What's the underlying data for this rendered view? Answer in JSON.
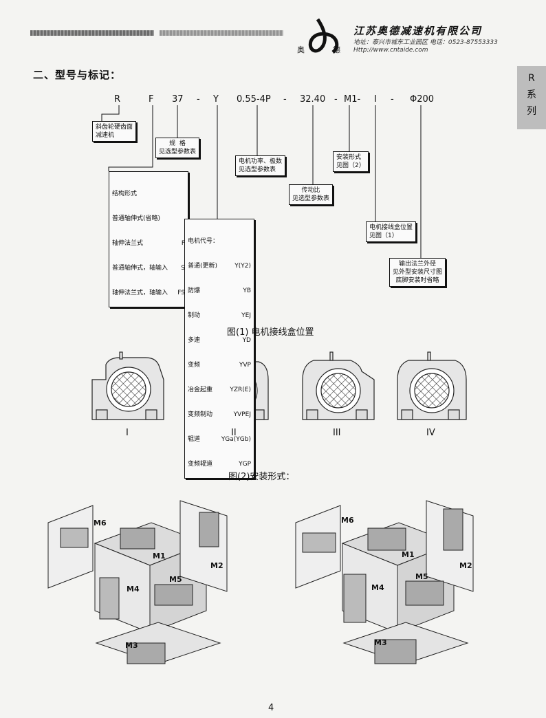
{
  "header": {
    "company": "江苏奥德减速机有限公司",
    "address": "地址：泰兴市城东工业园区  电话：0523-87553333",
    "url": "Http://www.cntaide.com",
    "logo_text_left": "奥",
    "logo_text_right": "德"
  },
  "side_tab": {
    "letter": "R",
    "line1": "系",
    "line2": "列"
  },
  "section_title": "二、型号与标记：",
  "model_code": {
    "parts": [
      "R",
      "F",
      "37",
      "-",
      "Y",
      "0.55-4P",
      "-",
      "32.40",
      "-",
      "M1-",
      "I",
      "-",
      "Φ200"
    ]
  },
  "boxes": {
    "type": [
      "斜齿轮硬齿面",
      "减速机"
    ],
    "size": [
      "规  格",
      "见选型参数表"
    ],
    "structure": {
      "title": "结构形式",
      "rows": [
        [
          "普通轴伸式(省略)",
          ""
        ],
        [
          "轴伸法兰式",
          "F"
        ],
        [
          "普通轴伸式，轴输入",
          "S"
        ],
        [
          "轴伸法兰式，轴输入",
          "FS"
        ]
      ]
    },
    "motor_power": [
      "电机功率、极数",
      "见选型参数表"
    ],
    "ratio": [
      "传动比",
      "见选型参数表"
    ],
    "mounting": [
      "安装形式",
      "见图（2）"
    ],
    "motor_code": {
      "title": "电机代号：",
      "rows": [
        [
          "普通(更新)",
          "Y(Y2)"
        ],
        [
          "防爆",
          "YB"
        ],
        [
          "制动",
          "YEJ"
        ],
        [
          "多速",
          "YD"
        ],
        [
          "变频",
          "YVP"
        ],
        [
          "冶金起重",
          "YZR(E)"
        ],
        [
          "变频制动",
          "YVPEJ"
        ],
        [
          "辊道",
          "YGa(YGb)"
        ],
        [
          "变频辊道",
          "YGP"
        ]
      ]
    },
    "terminal_box": [
      "电机接线盒位置",
      "见图（1）"
    ],
    "flange": [
      "输出法兰外径",
      "见外型安装尺寸图",
      "底脚安装时省略"
    ]
  },
  "figure1": {
    "title": "图(1) 电机接线盒位置",
    "positions": [
      "I",
      "II",
      "III",
      "IV"
    ]
  },
  "figure2": {
    "title": "图(2)安装形式：",
    "labels": [
      "M6",
      "M1",
      "M2",
      "M4",
      "M5",
      "M3"
    ]
  },
  "page_number": "4"
}
